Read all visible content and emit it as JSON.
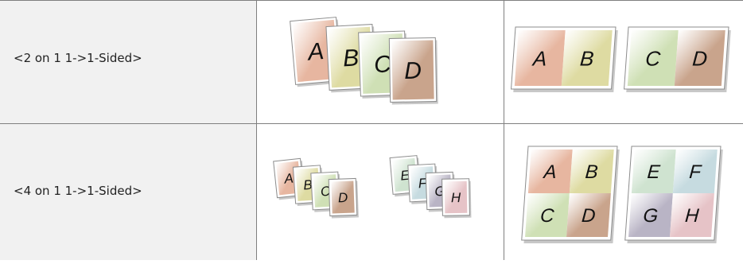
{
  "rows": [
    {
      "label": "<2 on 1 1->1-Sided>",
      "before_pages": [
        "A",
        "B",
        "C",
        "D"
      ],
      "after_sheets": [
        [
          "A",
          "B"
        ],
        [
          "C",
          "D"
        ]
      ]
    },
    {
      "label": "<4 on 1 1->1-Sided>",
      "before_pages": [
        "A",
        "B",
        "C",
        "D",
        "E",
        "F",
        "G",
        "H"
      ],
      "after_sheets": [
        [
          "A",
          "B",
          "C",
          "D"
        ],
        [
          "E",
          "F",
          "G",
          "H"
        ]
      ]
    }
  ],
  "colors": {
    "label_background": "#f1f1f1",
    "grid_line": "#7f7f7f",
    "page_A": "#e7b6a0",
    "page_B": "#dedba2",
    "page_C": "#cfe0b5",
    "page_D": "#c9a48c",
    "page_E": "#cfe3d0",
    "page_F": "#c6dbe0",
    "page_G": "#b9b4c5",
    "page_H": "#e6c3c7"
  }
}
